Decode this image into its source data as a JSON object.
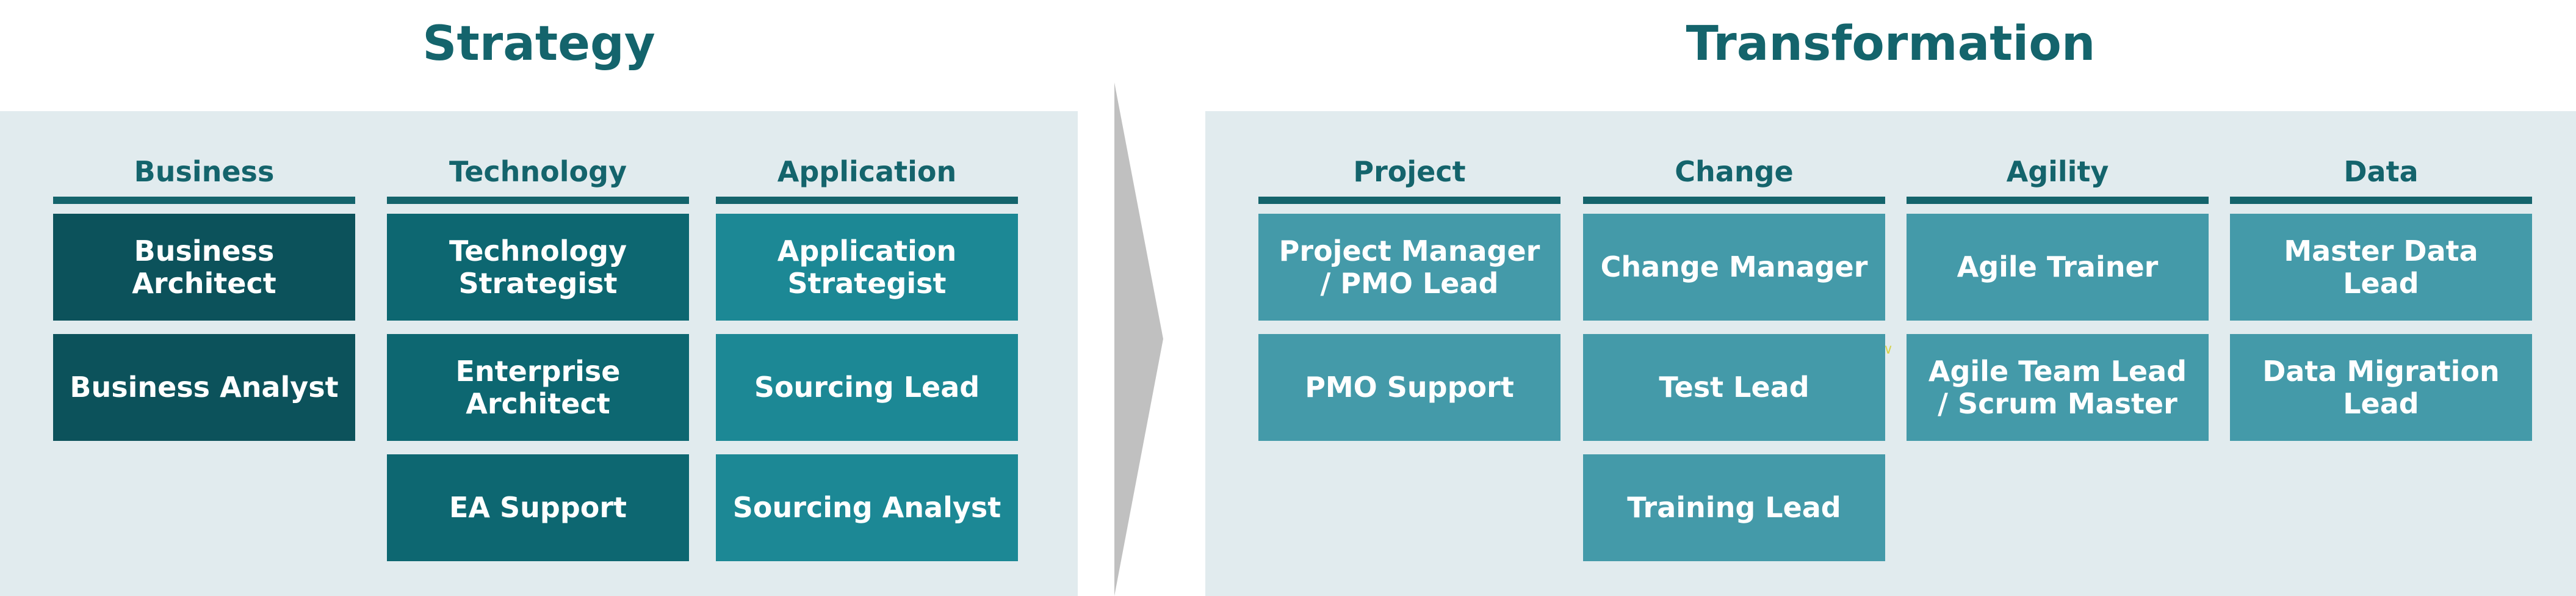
{
  "strategy": {
    "title": "Strategy",
    "columns": [
      {
        "heading": "Business",
        "items": [
          "Business Architect",
          "Business Analyst"
        ]
      },
      {
        "heading": "Technology",
        "items": [
          "Technology\nStrategist",
          "Enterprise\nArchitect",
          "EA Support"
        ]
      },
      {
        "heading": "Application",
        "items": [
          "Application\nStrategist",
          "Sourcing Lead",
          "Sourcing Analyst"
        ]
      }
    ]
  },
  "transformation": {
    "title": "Transformation",
    "columns": [
      {
        "heading": "Project",
        "items": [
          "Project Manager\n/ PMO Lead",
          "PMO Support"
        ]
      },
      {
        "heading": "Change",
        "items": [
          "Change Manager",
          "Test Lead",
          "Training Lead"
        ]
      },
      {
        "heading": "Agility",
        "items": [
          "Agile Trainer",
          "Agile Team Lead\n/ Scrum Master"
        ]
      },
      {
        "heading": "Data",
        "items": [
          "Master Data\nLead",
          "Data Migration\nLead"
        ]
      }
    ]
  },
  "colors": {
    "heading": "#14646c",
    "panel_bg": "#e1ebee",
    "business_card": "#0c525b",
    "technology_card": "#0d6771",
    "application_card": "#1c8895",
    "transformation_card": "#449aa9",
    "arrow": "#c0c0c0"
  }
}
